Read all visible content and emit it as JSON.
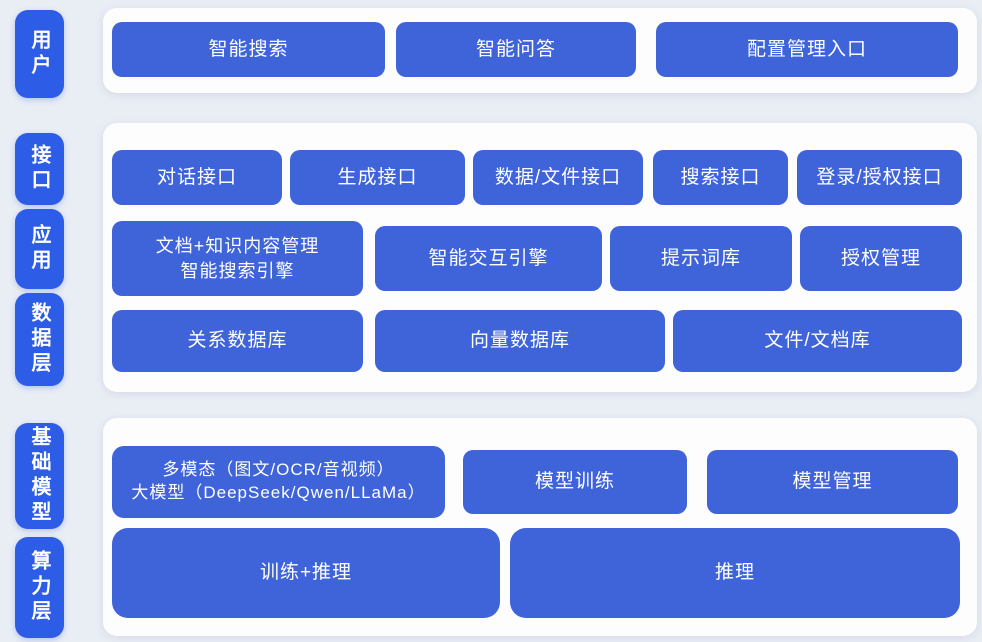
{
  "colors": {
    "background": "#e9edf4",
    "panel": "#fdfdfe",
    "tab-blue": "#2d5ce6",
    "block-blue": "#3f64da",
    "text-white": "#ffffff"
  },
  "sidebar_tabs": {
    "user": "用户",
    "interface": "接口",
    "application": "应用",
    "data_layer": "数据层",
    "base_model": "基础模型",
    "compute_layer": "算力层"
  },
  "blocks": {
    "user": [
      "智能搜索",
      "智能问答",
      "配置管理入口"
    ],
    "interface": [
      "对话接口",
      "生成接口",
      "数据/文件接口",
      "搜索接口",
      "登录/授权接口"
    ],
    "application": [
      "文档+知识内容管理\n智能搜索引擎",
      "智能交互引擎",
      "提示词库",
      "授权管理"
    ],
    "data_layer": [
      "关系数据库",
      "向量数据库",
      "文件/文档库"
    ],
    "base_model": [
      "多模态（图文/OCR/音视频）\n大模型（DeepSeek/Qwen/LLaMa）",
      "模型训练",
      "模型管理"
    ],
    "compute_layer": [
      "训练+推理",
      "推理"
    ]
  }
}
